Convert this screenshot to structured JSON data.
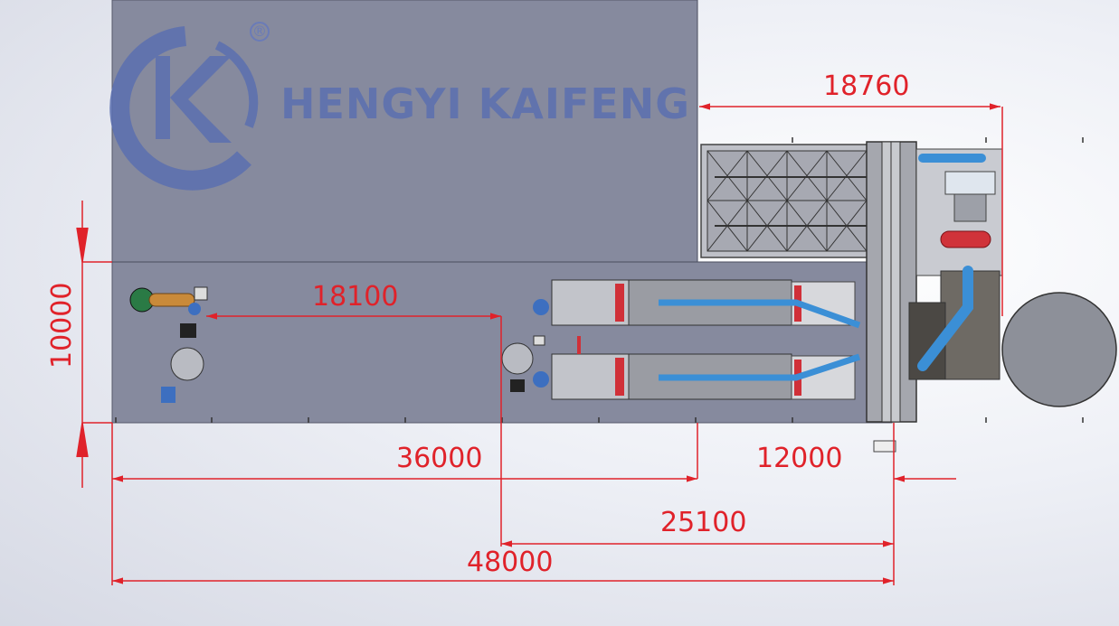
{
  "brand": {
    "name": "HENGYI KAIFENG",
    "registered": "®"
  },
  "dimensions": {
    "d18760": "18760",
    "d18100": "18100",
    "d10000": "10000",
    "d36000": "36000",
    "d12000": "12000",
    "d25100": "25100",
    "d48000": "48000"
  },
  "colors": {
    "dim_line": "#e0222a",
    "building": "#8a8ea0",
    "pipe": "#3b8fd6",
    "logo": "#5b6fb0"
  }
}
